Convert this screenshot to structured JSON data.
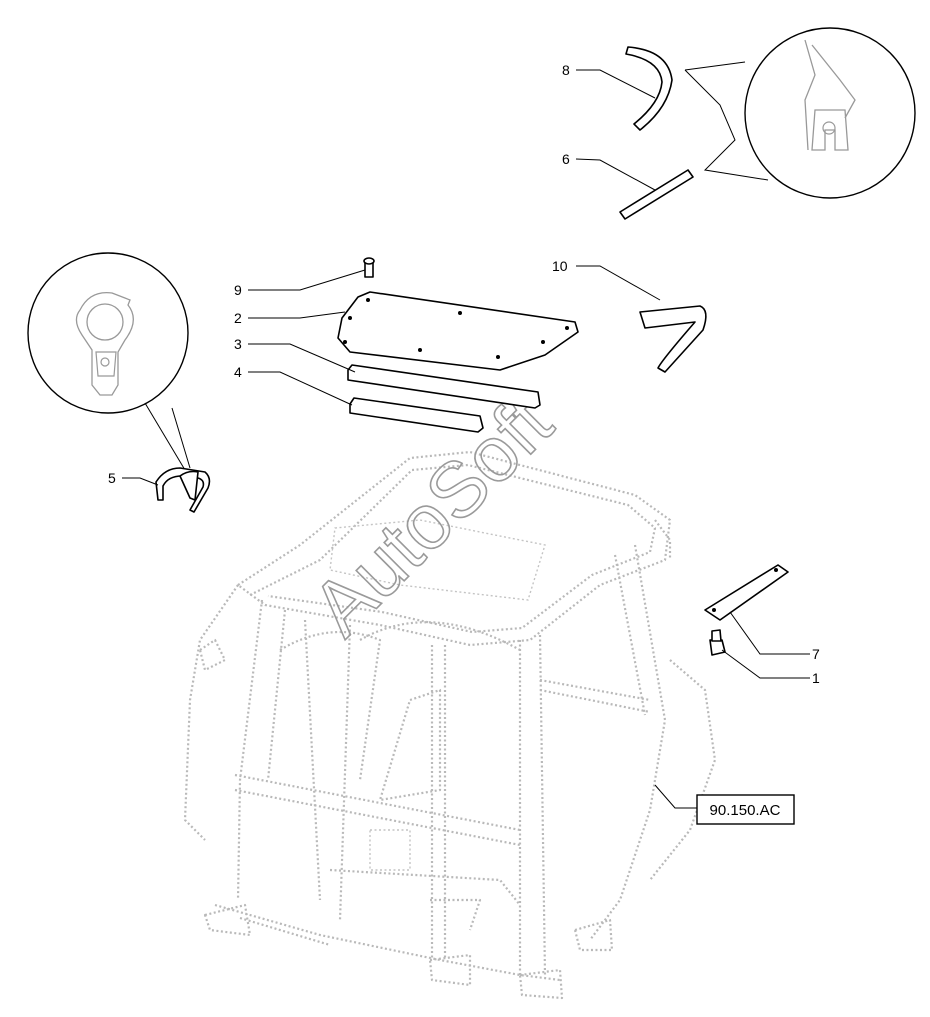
{
  "diagram": {
    "callouts": {
      "c1": "1",
      "c2": "2",
      "c3": "3",
      "c4": "4",
      "c5": "5",
      "c6": "6",
      "c7": "7",
      "c8": "8",
      "c9": "9",
      "c10": "10"
    },
    "reference_box": "90.150.AC",
    "watermark": "AutoSoft"
  }
}
